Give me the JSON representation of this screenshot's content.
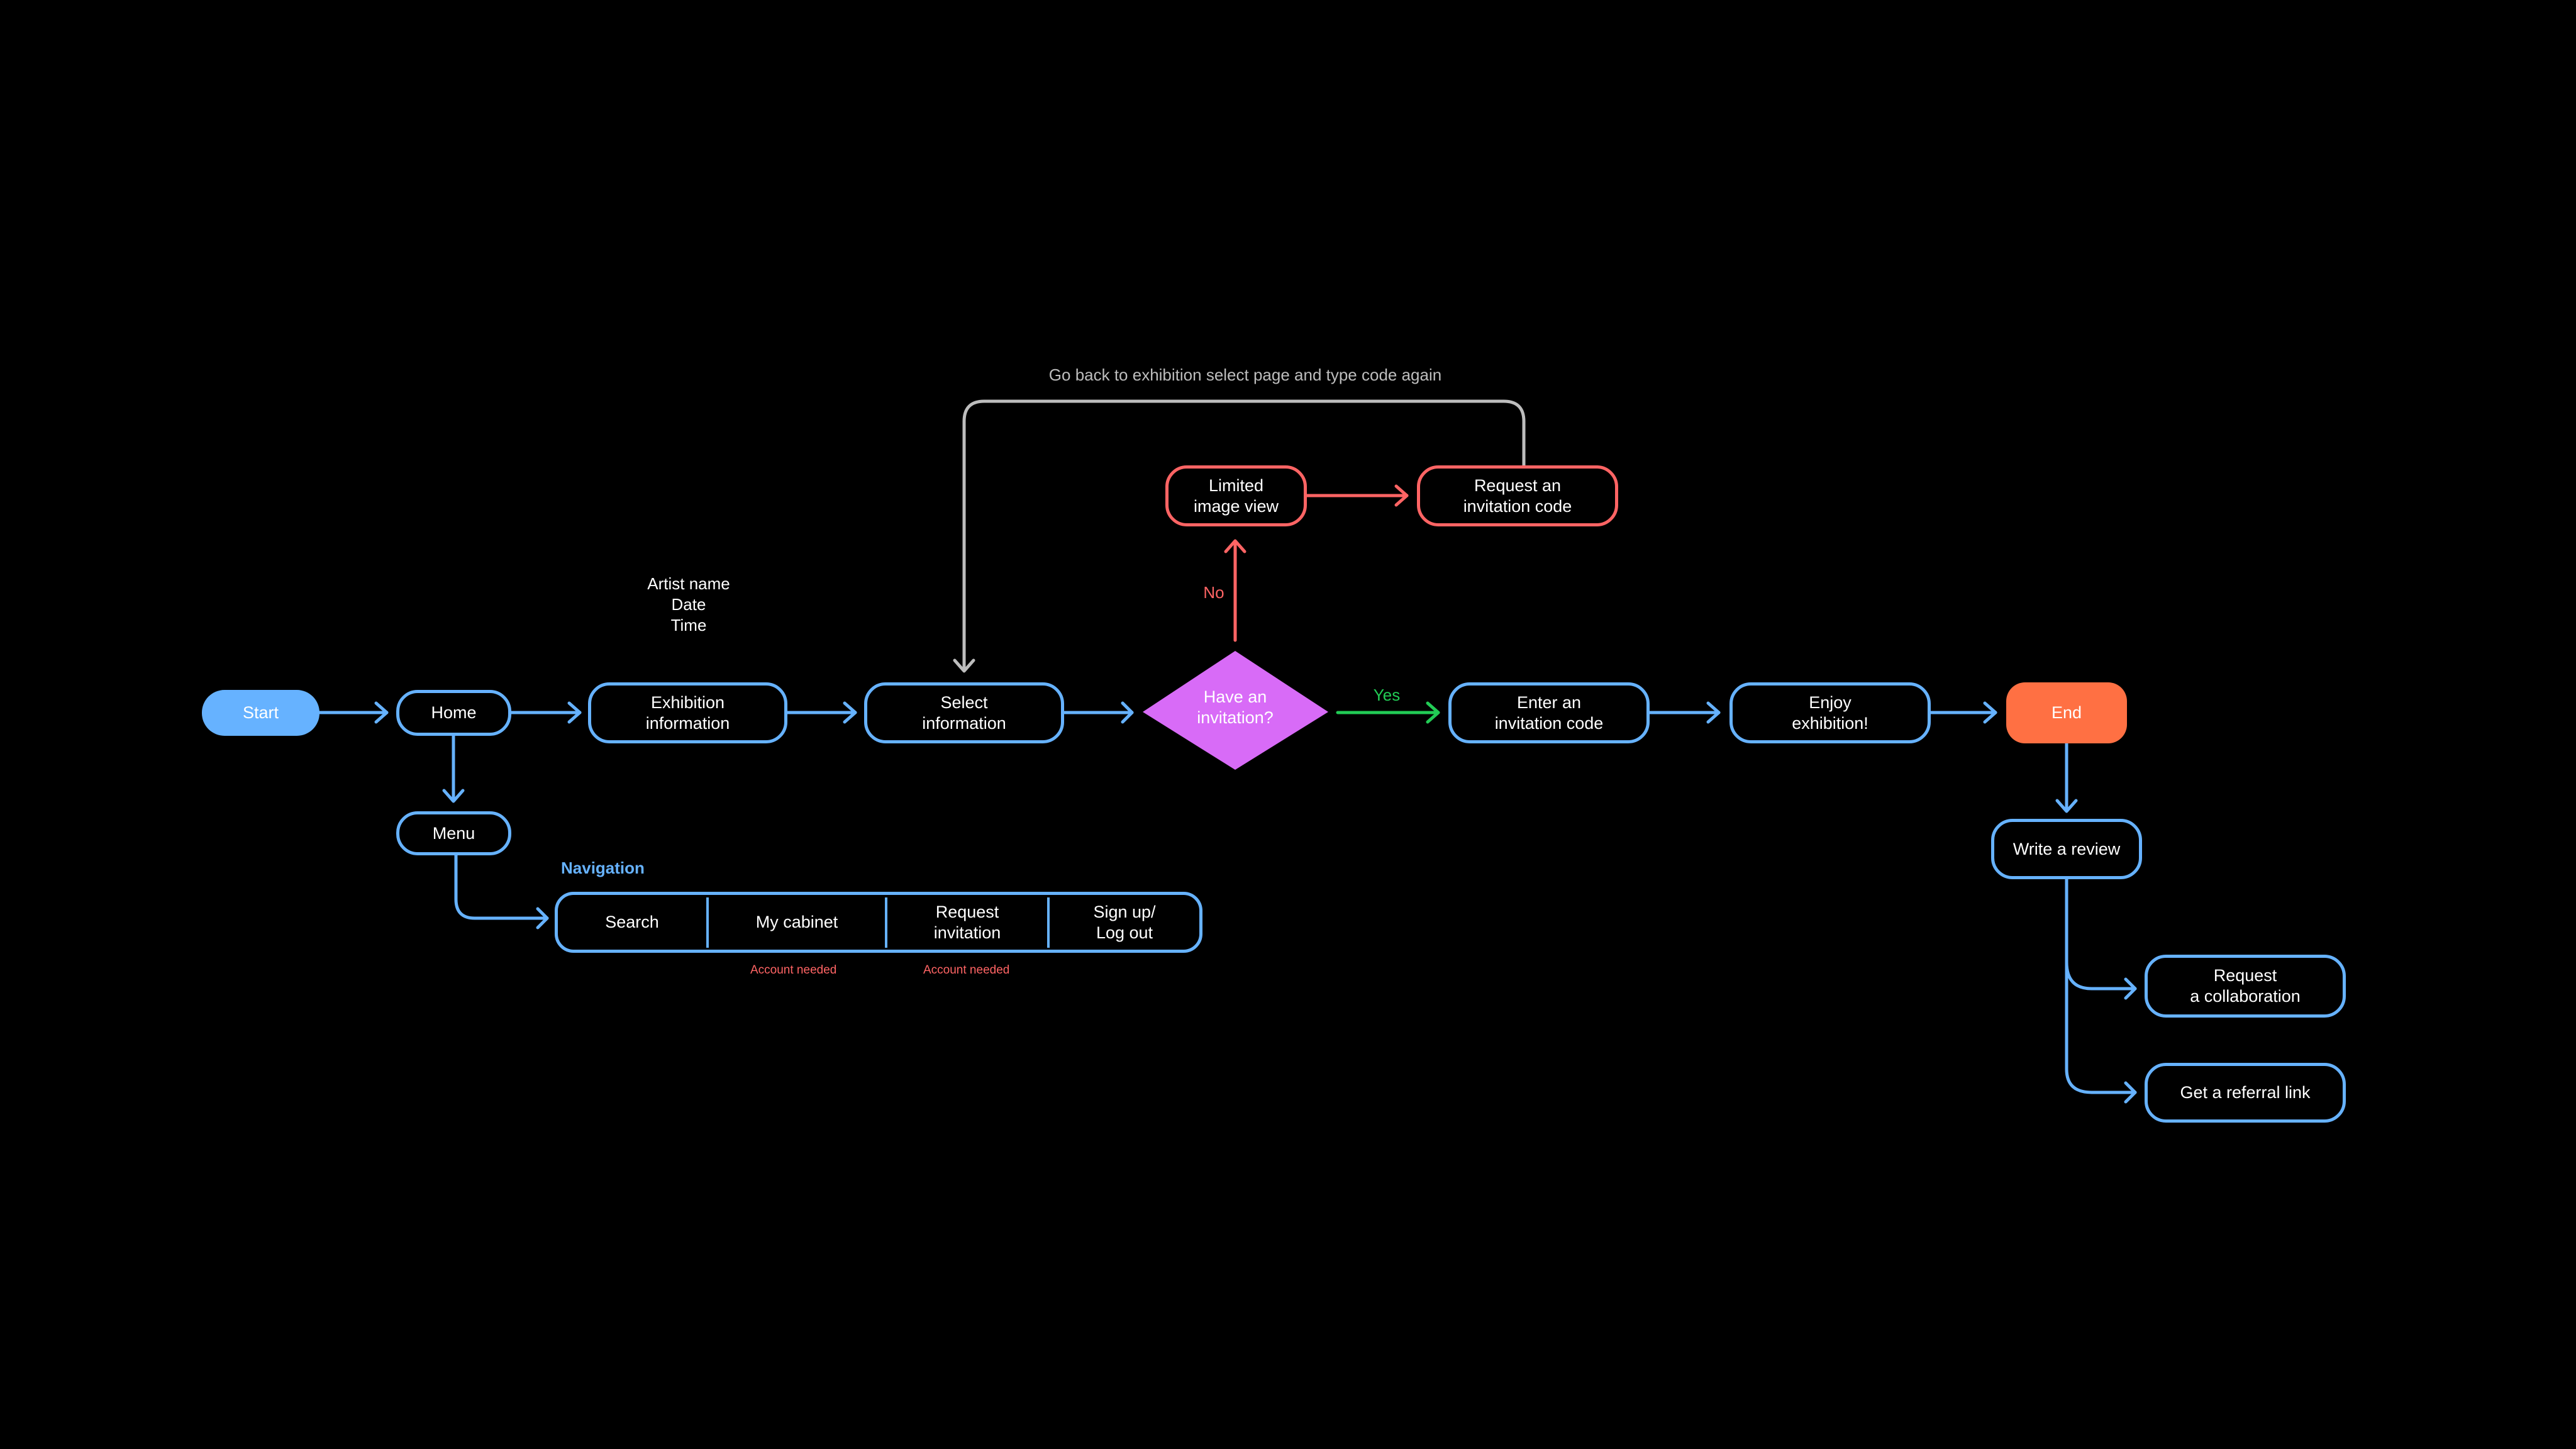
{
  "colors": {
    "background": "#000000",
    "primary": "#66B2FF",
    "negative": "#FF6464",
    "positive": "#22CC55",
    "decision": "#D86BF7",
    "end": "#FF7043",
    "loop": "#BDBDBD"
  },
  "nodes": {
    "start": "Start",
    "home": "Home",
    "menu": "Menu",
    "exhibition_info": "Exhibition\ninformation",
    "select_info": "Select\ninformation",
    "decision": "Have an\ninvitation?",
    "enter_code": "Enter an\ninvitation code",
    "enjoy": "Enjoy\nexhibition!",
    "end": "End",
    "write_review": "Write a review",
    "request_collab": "Request\na collaboration",
    "referral": "Get a referral link",
    "limited_view": "Limited\nimage view",
    "request_code": "Request an\ninvitation code"
  },
  "annotations": {
    "exhibition_details": "Artist name\nDate\nTime",
    "loop_back": "Go back to exhibition select page and type code again",
    "no": "No",
    "yes": "Yes"
  },
  "navigation": {
    "title": "Navigation",
    "items": [
      {
        "label": "Search",
        "note": ""
      },
      {
        "label": "My cabinet",
        "note": "Account needed"
      },
      {
        "label": "Request\ninvitation",
        "note": "Account needed"
      },
      {
        "label": "Sign up/\nLog out",
        "note": ""
      }
    ]
  }
}
